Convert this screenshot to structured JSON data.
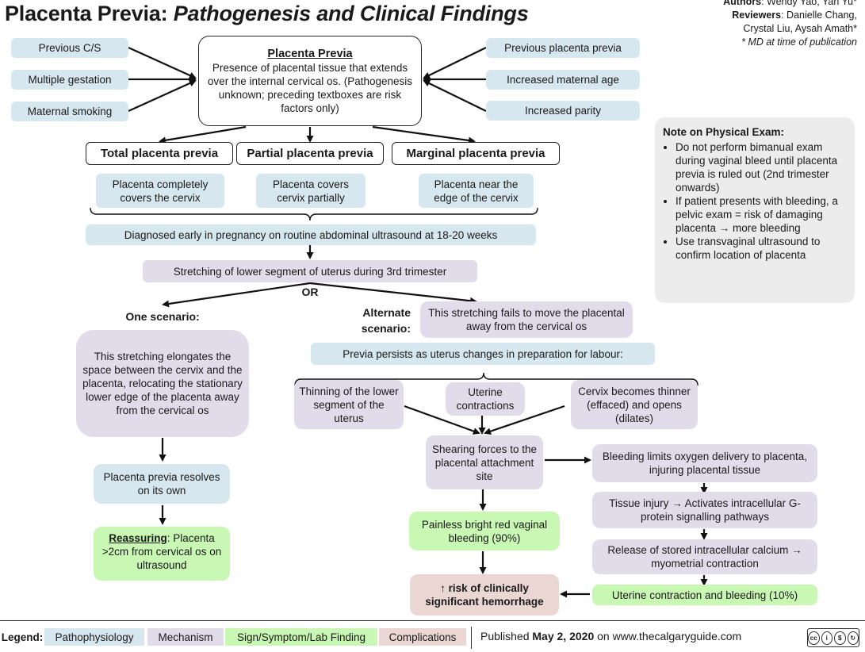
{
  "header": {
    "title_main": "Placenta Previa:",
    "title_sub": "Pathogenesis and Clinical Findings",
    "authors_label": "Authors",
    "authors": ": Wendy Yao, Yan Yu*",
    "reviewers_label": "Reviewers",
    "reviewers": ": Danielle Chang,",
    "reviewers_line2": "Crystal Liu, Aysah Amath*",
    "md_note": "* MD at time of publication"
  },
  "risk_left": [
    "Previous C/S",
    "Multiple gestation",
    "Maternal smoking"
  ],
  "risk_right": [
    "Previous placenta previa",
    "Increased maternal age",
    "Increased parity"
  ],
  "central": {
    "heading": "Placenta Previa",
    "text": "Presence of placental tissue that extends over the internal cervical os. (Pathogenesis unknown; preceding textboxes are risk factors only)"
  },
  "types": [
    {
      "name": "Total placenta previa",
      "desc": "Placenta completely covers the cervix"
    },
    {
      "name": "Partial placenta previa",
      "desc": "Placenta covers cervix partially"
    },
    {
      "name": "Marginal placenta previa",
      "desc": "Placenta near the edge of the cervix"
    }
  ],
  "diagnosed": "Diagnosed early in pregnancy on routine abdominal ultrasound at 18-20 weeks",
  "stretching": "Stretching of lower segment of uterus during 3rd trimester",
  "or_label": "OR",
  "scenario_one": {
    "label": "One scenario:",
    "text": "This stretching elongates the space between the cervix and the placenta, relocating the stationary lower edge of the placenta away from the cervical os",
    "resolves": "Placenta previa resolves on its own",
    "reassuring_label": "Reassuring",
    "reassuring_text": ": Placenta >2cm from cervical os on ultrasound"
  },
  "scenario_alt": {
    "label_line1": "Alternate",
    "label_line2": "scenario:",
    "text": "This stretching fails to move the placental away from the cervical os",
    "persists": "Previa persists as uterus changes in preparation for labour:",
    "changes": [
      "Thinning of the lower segment of the uterus",
      "Uterine contractions",
      "Cervix becomes thinner (effaced) and opens (dilates)"
    ],
    "shearing": "Shearing forces to the placental attachment site",
    "painless": "Painless bright red vaginal bleeding (90%)",
    "risk": "↑ risk of clinically significant hemorrhage",
    "bleeding_limits": "Bleeding limits oxygen delivery to placenta, injuring placental tissue",
    "tissue_injury": "Tissue injury → Activates intracellular G-protein signalling pathways",
    "release": "Release of stored intracellular calcium → myometrial contraction",
    "uterine_contraction": "Uterine contraction and bleeding (10%)"
  },
  "note": {
    "title": "Note on Physical Exam:",
    "bullets": [
      "Do not perform bimanual exam during vaginal bleed until placenta previa is ruled out (2nd trimester onwards)",
      "If patient presents with bleeding, a pelvic exam = risk of damaging placenta → more bleeding",
      "Use transvaginal ultrasound to confirm location of placenta"
    ]
  },
  "legend": {
    "label": "Legend:",
    "items": [
      "Pathophysiology",
      "Mechanism",
      "Sign/Symptom/Lab Finding",
      "Complications"
    ],
    "published_prefix": "Published",
    "published_date": "May 2, 2020",
    "published_suffix": "on www.thecalgaryguide.com",
    "license": "BY NC SA"
  },
  "colors": {
    "pathophysiology": "#d7e7ef",
    "mechanism": "#e1dcea",
    "sign": "#c9f7b4",
    "complications": "#ead6d2"
  }
}
